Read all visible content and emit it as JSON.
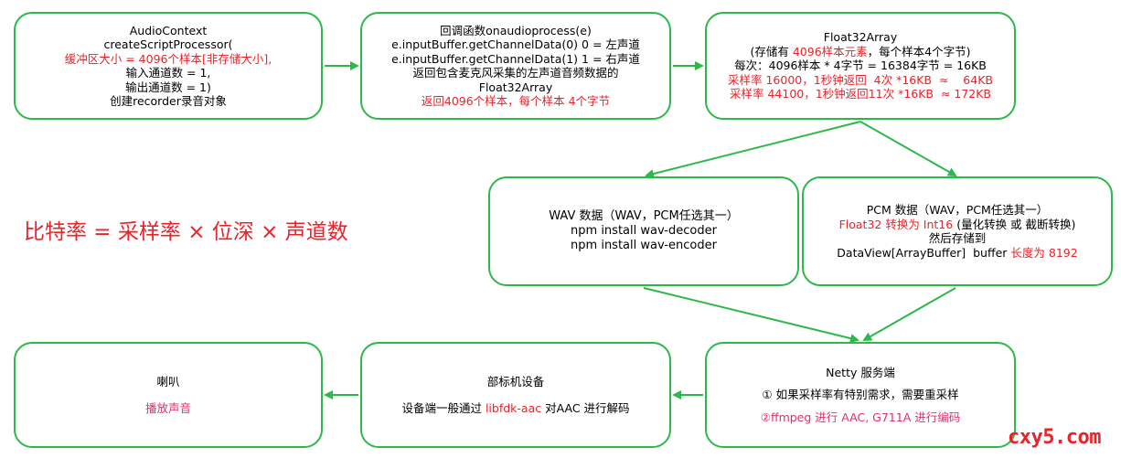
{
  "nodes": {
    "audio_context": {
      "line1": "AudioContext",
      "line2": "createScriptProcessor(",
      "line3": "缓冲区大小 = 4096个样本[非存储大小],",
      "line4": "输入通道数 = 1,",
      "line5": "输出通道数 = 1)",
      "line6": "创建recorder录音对象"
    },
    "onaudioprocess": {
      "line1": "回调函数onaudioprocess(e)",
      "line2": "e.inputBuffer.getChannelData(0) 0 = 左声道",
      "line3": "e.inputBuffer.getChannelData(1) 1 = 右声道",
      "line4": "返回包含麦克风采集的左声道音频数据的",
      "line5": "Float32Array",
      "line6": "返回4096个样本，每个样本 4个字节"
    },
    "float32array": {
      "line1": "Float32Array",
      "line2_a": "(存储有 ",
      "line2_b": "4096样本元素",
      "line2_c": "，每个样本4个字节)",
      "line3": "每次：4096样本 * 4字节 = 16384字节 = 16KB",
      "line4": "采样率 16000，1秒钟返回  4次 *16KB  ≈    64KB",
      "line5": "采样率 44100，1秒钟返回11次 *16KB  ≈ 172KB"
    },
    "wav": {
      "line1": "WAV 数据（WAV，PCM任选其一）",
      "line2": "npm install wav-decoder",
      "line3": "npm install wav-encoder"
    },
    "pcm": {
      "line1": "PCM 数据（WAV，PCM任选其一）",
      "line2_a": "Float32 转换为 Int16",
      "line2_b": " (量化转换 或 截断转换)",
      "line3": "然后存储到",
      "line4_a": "DataView[ArrayBuffer]  buffer ",
      "line4_b": "长度为 8192"
    },
    "speaker": {
      "line1": "喇叭",
      "line2": "播放声音"
    },
    "device": {
      "line1": "部标机设备",
      "line2_a": "设备端一般通过 ",
      "line2_b": "libfdk-aac",
      "line2_c": " 对AAC 进行解码"
    },
    "netty": {
      "line1": "Netty 服务端",
      "line2": "① 如果采样率有特别需求，需要重采样",
      "line3": "②ffmpeg 进行 AAC, G711A 进行编码"
    }
  },
  "formula": "比特率 = 采样率 × 位深 × 声道数",
  "watermark": "cxy5.com",
  "colors": {
    "border": "#2db84a",
    "arrow": "#2db84a",
    "highlight": "#e8242a",
    "highlight_pink": "#e0306a"
  }
}
